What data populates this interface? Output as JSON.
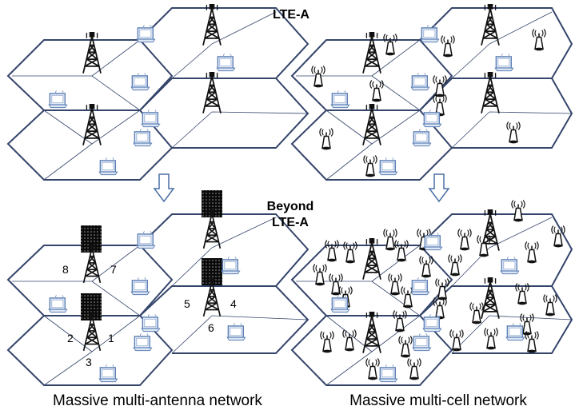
{
  "labels": {
    "top_tech": "LTE-A",
    "bottom_tech_line1": "Beyond",
    "bottom_tech_line2": "LTE-A",
    "caption_left": "Massive multi-antenna network",
    "caption_right": "Massive multi-cell network"
  },
  "sector_numbers": {
    "s8": "8",
    "s7": "7",
    "s5": "5",
    "s4": "4",
    "s6": "6",
    "s2": "2",
    "s1": "1",
    "s3": "3"
  },
  "colors": {
    "cell_border": "#34456b",
    "tower": "#111111",
    "antenna_array": "#0a0a0a",
    "arrow": "#4a6fa5",
    "device": "#5b7fb5"
  },
  "icons": [
    "cell-tower-icon",
    "antenna-array-icon",
    "small-cell-icon",
    "user-device-icon",
    "down-arrow-icon"
  ]
}
